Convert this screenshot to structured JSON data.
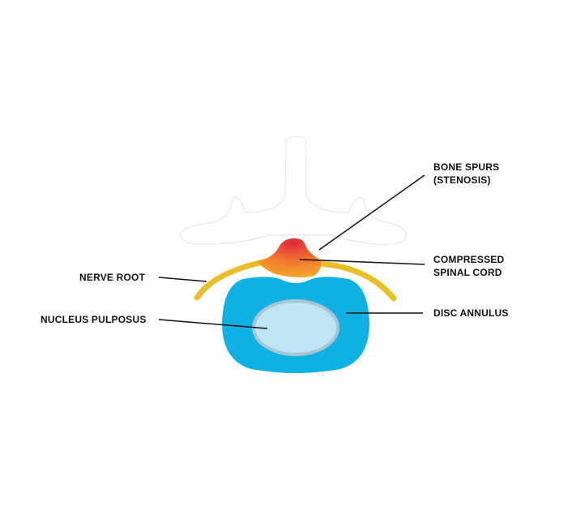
{
  "labels": {
    "bone_spurs": [
      "BONE SPURS",
      "(STENOSIS)"
    ],
    "compressed_cord": [
      "COMPRESSED",
      "SPINAL CORD"
    ],
    "nerve_root": "NERVE ROOT",
    "nucleus": "NUCLEUS PULPOSUS",
    "disc_annulus": "DISC ANNULUS"
  },
  "colors": {
    "disc": "#0fb1e3",
    "nucleus": "#bfe6f5",
    "nerve": "#e9be28",
    "cord_top": "#e0263e",
    "cord_base": "#f3922c"
  }
}
